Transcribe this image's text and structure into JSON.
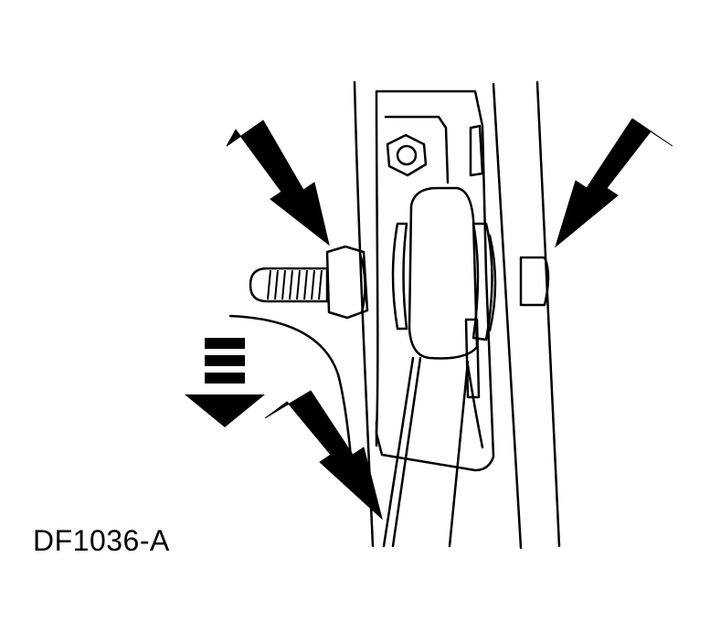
{
  "figure": {
    "label": "DF1036-A"
  },
  "callouts": {
    "arrow_style": "solid-black-lightning",
    "direction_style": "dashed-down-arrow"
  },
  "colors": {
    "ink": "#000000",
    "paper": "#ffffff"
  }
}
